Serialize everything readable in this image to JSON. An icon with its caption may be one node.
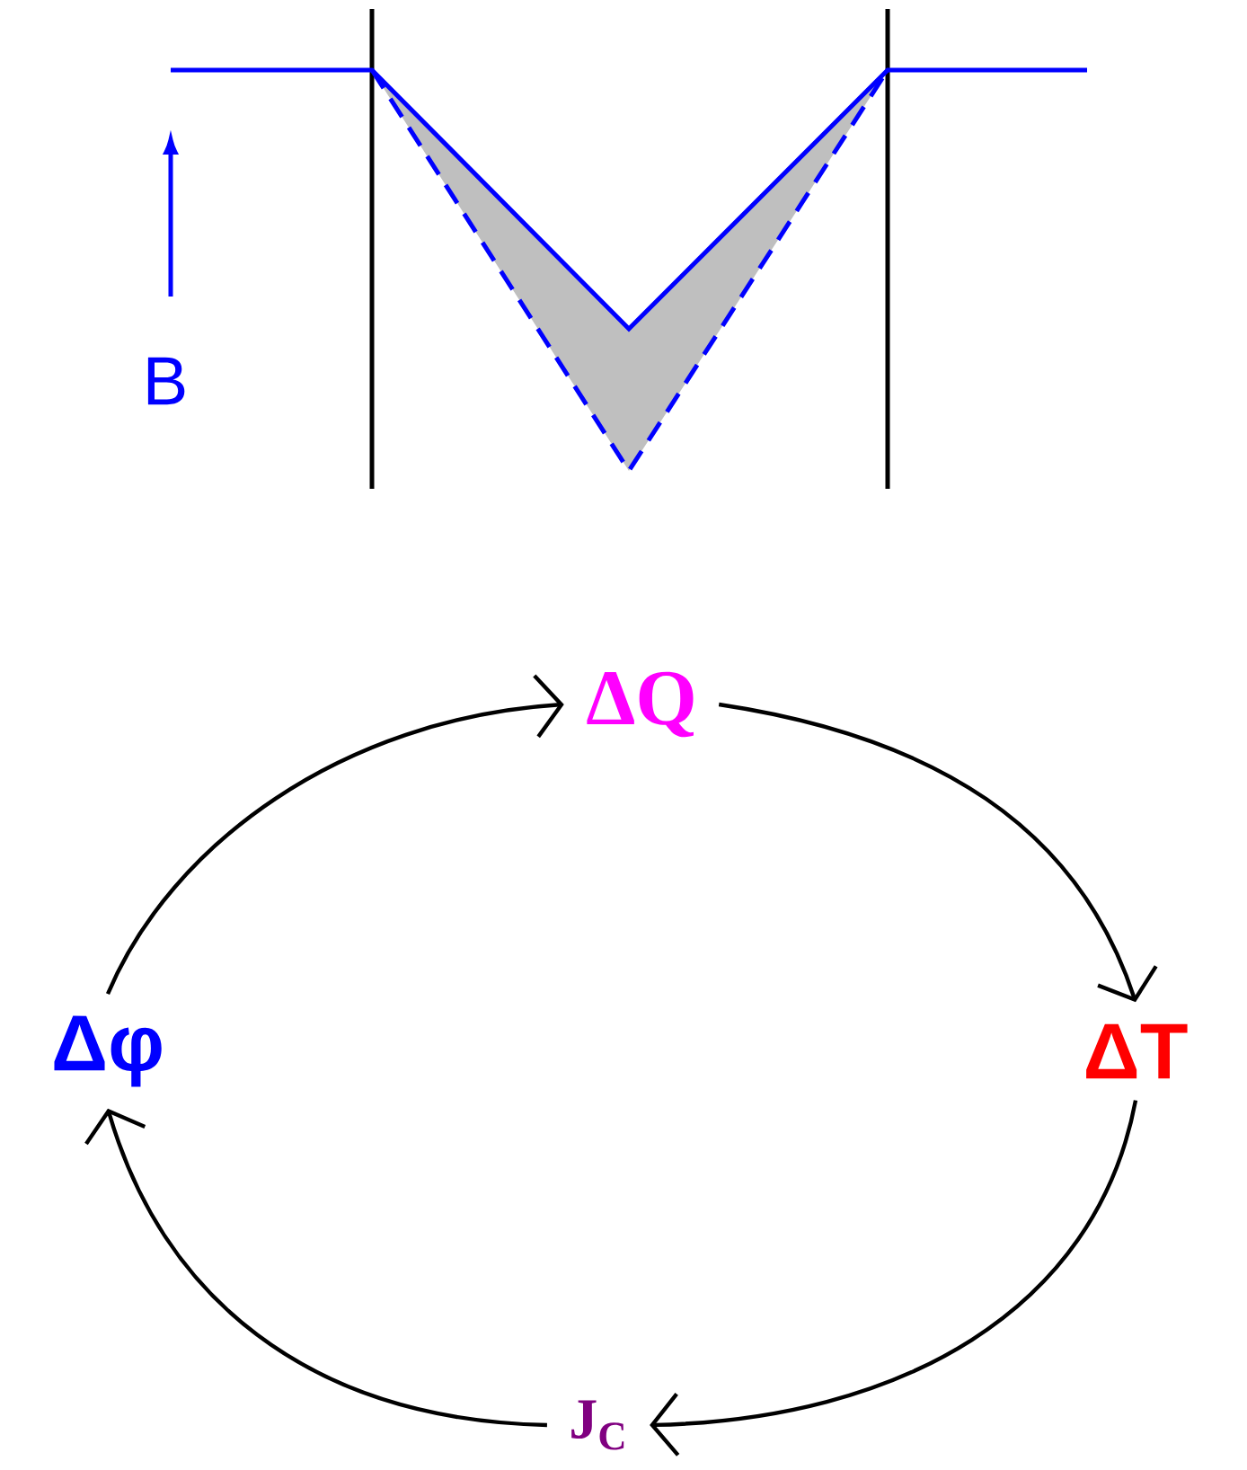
{
  "diagram": {
    "nodes": [
      {
        "text": [
          "ΔQ"
        ]
      },
      {
        "text": [
          "ΔT"
        ]
      },
      {
        "text": [
          "J$_{C}$"
        ]
      },
      {
        "text": [
          "Δφ"
        ]
      }
    ],
    "edges": [
      {
        "from": 3,
        "to": 0,
        "arrow": "to"
      },
      {
        "from": 0,
        "to": 1,
        "arrow": "to"
      },
      {
        "from": 1,
        "to": 2,
        "arrow": "to"
      },
      {
        "from": 2,
        "to": 3,
        "arrow": "to"
      }
    ],
    "labels": [
      "B"
    ]
  }
}
